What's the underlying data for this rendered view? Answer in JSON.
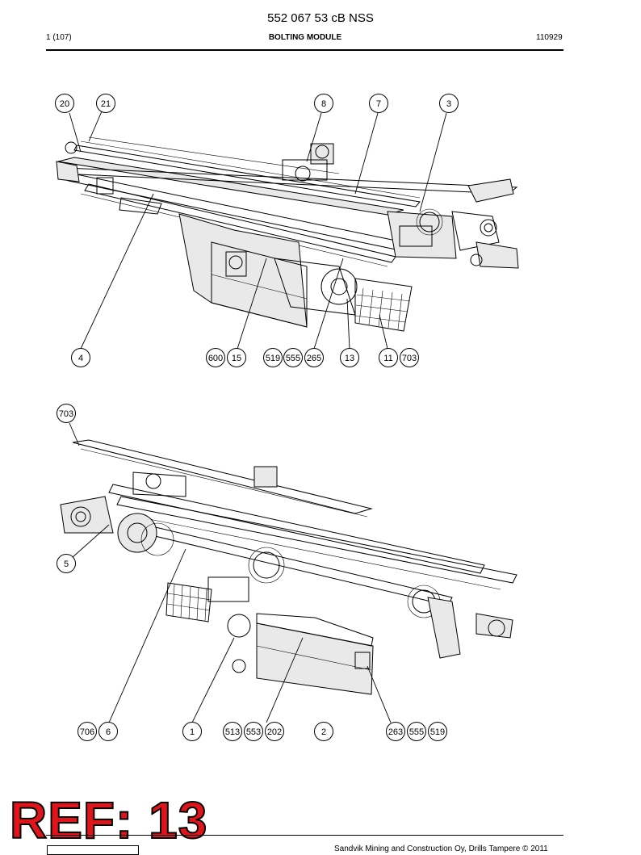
{
  "header": {
    "doc_number": "552 067 53 cB NSS",
    "page": "1 (107)",
    "title": "BOLTING MODULE",
    "date": "110929"
  },
  "stamp": {
    "text": "REF: 13",
    "color": "#e0151b"
  },
  "footer": {
    "copyright": "Sandvik Mining and Construction Oy, Drills Tampere © 2011"
  },
  "view_top": {
    "callouts": [
      "20",
      "21",
      "8",
      "7",
      "3",
      "4",
      "600",
      "15",
      "519",
      "555",
      "265",
      "13",
      "11",
      "703"
    ]
  },
  "view_bottom": {
    "callouts": [
      "703",
      "5",
      "706",
      "6",
      "1",
      "513",
      "553",
      "202",
      "2",
      "263",
      "555",
      "519"
    ]
  }
}
